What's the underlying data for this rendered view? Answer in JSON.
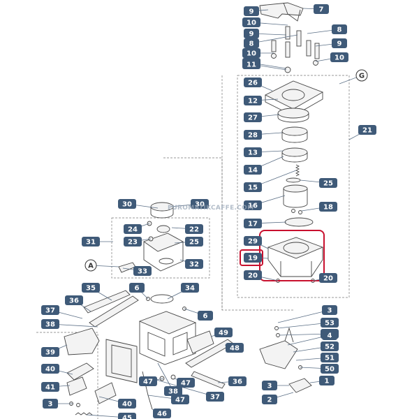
{
  "watermark": "EUROMATIKCAFFE.COM",
  "colors": {
    "callout_fill": "#3f5a78",
    "callout_text": "#ffffff",
    "highlight": "#c8102e",
    "line": "#444444"
  },
  "callouts": [
    {
      "label": "9"
    },
    {
      "label": "7"
    },
    {
      "label": "10"
    },
    {
      "label": "8"
    },
    {
      "label": "9"
    },
    {
      "label": "8"
    },
    {
      "label": "10"
    },
    {
      "label": "9"
    },
    {
      "label": "10"
    },
    {
      "label": "10"
    },
    {
      "label": "11"
    },
    {
      "label": "26"
    },
    {
      "label": "12"
    },
    {
      "label": "27"
    },
    {
      "label": "28"
    },
    {
      "label": "13"
    },
    {
      "label": "14"
    },
    {
      "label": "15"
    },
    {
      "label": "25"
    },
    {
      "label": "16"
    },
    {
      "label": "18"
    },
    {
      "label": "17"
    },
    {
      "label": "29"
    },
    {
      "label": "19"
    },
    {
      "label": "20"
    },
    {
      "label": "20"
    },
    {
      "label": "21"
    },
    {
      "label": "30"
    },
    {
      "label": "30"
    },
    {
      "label": "24"
    },
    {
      "label": "22"
    },
    {
      "label": "23"
    },
    {
      "label": "25"
    },
    {
      "label": "31"
    },
    {
      "label": "32"
    },
    {
      "label": "33"
    },
    {
      "label": "35"
    },
    {
      "label": "6"
    },
    {
      "label": "34"
    },
    {
      "label": "36"
    },
    {
      "label": "6"
    },
    {
      "label": "37"
    },
    {
      "label": "38"
    },
    {
      "label": "49"
    },
    {
      "label": "39"
    },
    {
      "label": "48"
    },
    {
      "label": "40"
    },
    {
      "label": "47"
    },
    {
      "label": "47"
    },
    {
      "label": "41"
    },
    {
      "label": "38"
    },
    {
      "label": "36"
    },
    {
      "label": "40"
    },
    {
      "label": "3"
    },
    {
      "label": "45"
    },
    {
      "label": "47"
    },
    {
      "label": "46"
    },
    {
      "label": "37"
    },
    {
      "label": "3"
    },
    {
      "label": "53"
    },
    {
      "label": "50"
    },
    {
      "label": "4"
    },
    {
      "label": "52"
    },
    {
      "label": "51"
    },
    {
      "label": "50"
    },
    {
      "label": "3"
    },
    {
      "label": "1"
    },
    {
      "label": "2"
    }
  ],
  "circle_labels": [
    {
      "label": "G"
    },
    {
      "label": "A"
    }
  ]
}
